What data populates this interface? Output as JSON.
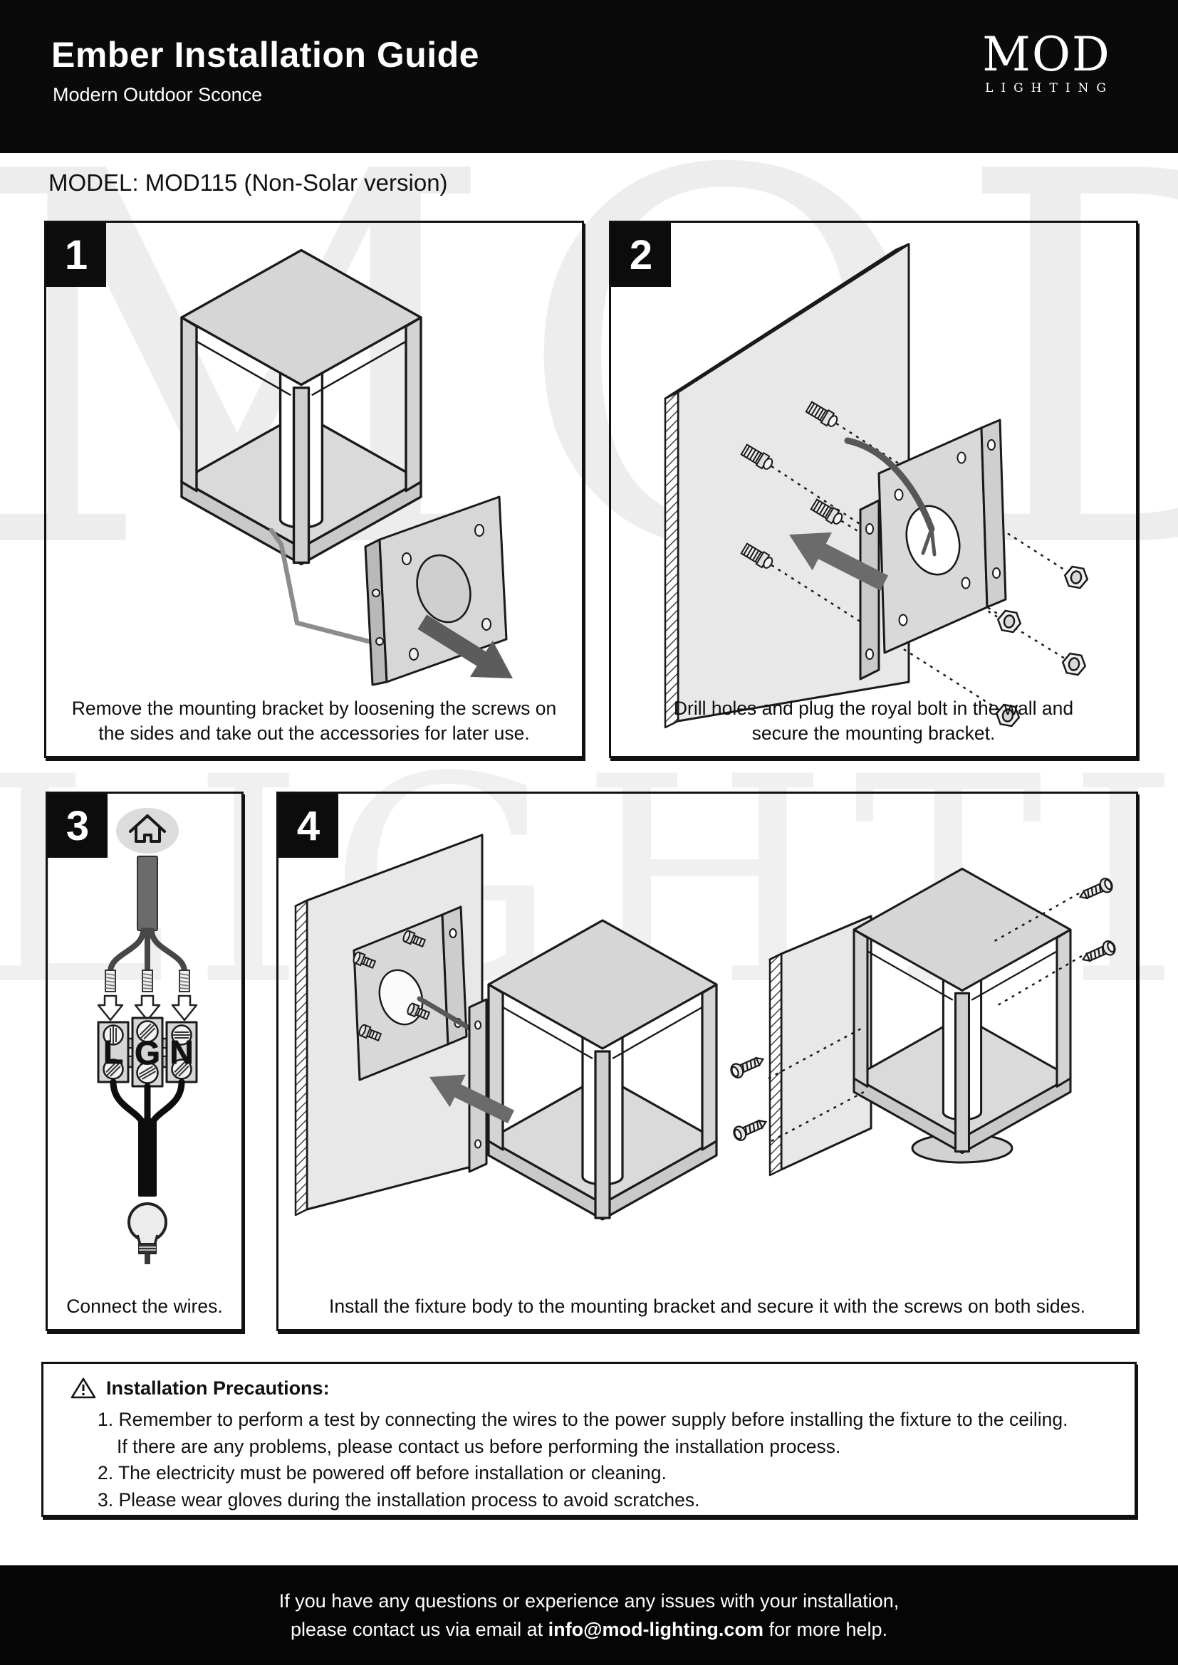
{
  "header": {
    "title": "Ember Installation Guide",
    "subtitle": "Modern Outdoor Sconce",
    "logo_word": "MOD",
    "logo_sub": "LIGHTING"
  },
  "model_line": "MODEL: MOD115 (Non-Solar version)",
  "watermark": {
    "word": "MOD",
    "sub": "LIGHTING"
  },
  "colors": {
    "header_bg": "#0a0a0a",
    "ink": "#111111",
    "illustration_fill": "#d6d6d6",
    "watermark": "#ededed"
  },
  "icons": {
    "precautions": "warning-triangle",
    "step3_top": "house",
    "step3_bottom": "light-bulb"
  },
  "steps": [
    {
      "number": "1",
      "caption_line1": "Remove the mounting bracket by loosening the screws on",
      "caption_line2": "the sides and take out the accessories for later use."
    },
    {
      "number": "2",
      "caption_line1": "Drill holes and plug the royal bolt in the wall and",
      "caption_line2": "secure the mounting bracket."
    },
    {
      "number": "3",
      "caption": "Connect the wires.",
      "terminals": {
        "live": "L",
        "ground": "G",
        "neutral": "N"
      }
    },
    {
      "number": "4",
      "caption": "Install the fixture body to the mounting bracket and secure it with the screws on both sides."
    }
  ],
  "precautions": {
    "title": "Installation Precautions:",
    "item1_line1": "1. Remember to perform a test by connecting the wires to the power supply before installing the fixture to the ceiling.",
    "item1_line2": "If there are any problems, please contact us before performing the installation process.",
    "item2": "2. The electricity must be powered off before installation or cleaning.",
    "item3": "3. Please wear gloves during the installation process to avoid scratches."
  },
  "footer": {
    "line1": "If you have any questions or experience any issues with your installation,",
    "line2_prefix": "please contact us via email at ",
    "email": "info@mod-lighting.com",
    "line2_suffix": " for more help."
  }
}
